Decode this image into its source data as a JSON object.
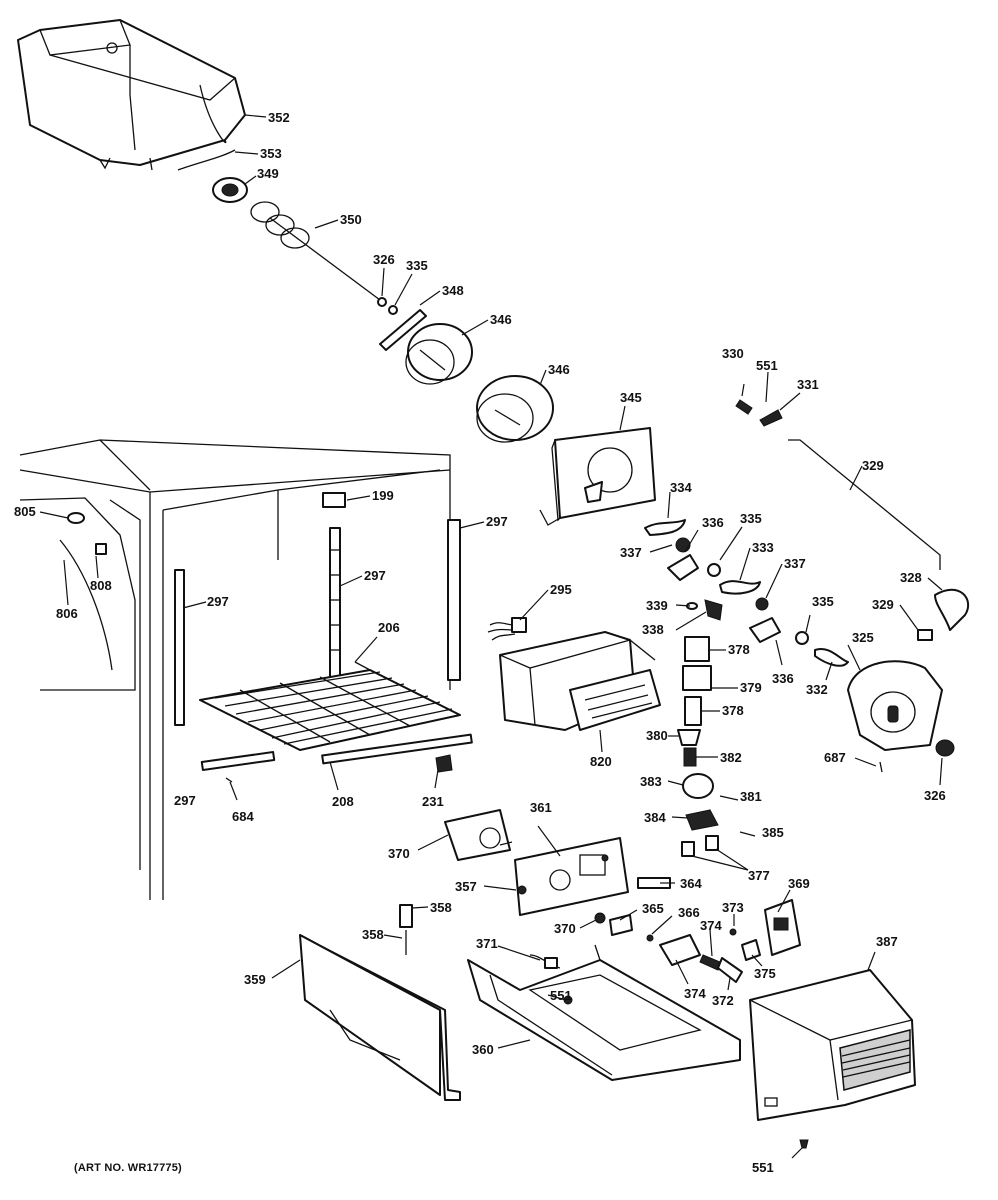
{
  "diagram": {
    "caption": "(ART NO. WR17775)",
    "callouts": [
      {
        "id": "c352",
        "text": "352"
      },
      {
        "id": "c353",
        "text": "353"
      },
      {
        "id": "c349",
        "text": "349"
      },
      {
        "id": "c350",
        "text": "350"
      },
      {
        "id": "c326a",
        "text": "326"
      },
      {
        "id": "c335a",
        "text": "335"
      },
      {
        "id": "c348",
        "text": "348"
      },
      {
        "id": "c346a",
        "text": "346"
      },
      {
        "id": "c346b",
        "text": "346"
      },
      {
        "id": "c330",
        "text": "330"
      },
      {
        "id": "c551a",
        "text": "551"
      },
      {
        "id": "c331",
        "text": "331"
      },
      {
        "id": "c345",
        "text": "345"
      },
      {
        "id": "c329a",
        "text": "329"
      },
      {
        "id": "c334",
        "text": "334"
      },
      {
        "id": "c336a",
        "text": "336"
      },
      {
        "id": "c335b",
        "text": "335"
      },
      {
        "id": "c337a",
        "text": "337"
      },
      {
        "id": "c333",
        "text": "333"
      },
      {
        "id": "c337b",
        "text": "337"
      },
      {
        "id": "c328",
        "text": "328"
      },
      {
        "id": "c329b",
        "text": "329"
      },
      {
        "id": "c805",
        "text": "805"
      },
      {
        "id": "c199",
        "text": "199"
      },
      {
        "id": "c297a",
        "text": "297"
      },
      {
        "id": "c297b",
        "text": "297"
      },
      {
        "id": "c297c",
        "text": "297"
      },
      {
        "id": "c297d",
        "text": "297"
      },
      {
        "id": "c808",
        "text": "808"
      },
      {
        "id": "c806",
        "text": "806"
      },
      {
        "id": "c295",
        "text": "295"
      },
      {
        "id": "c339",
        "text": "339"
      },
      {
        "id": "c338",
        "text": "338"
      },
      {
        "id": "c335c",
        "text": "335"
      },
      {
        "id": "c325",
        "text": "325"
      },
      {
        "id": "c206",
        "text": "206"
      },
      {
        "id": "c378a",
        "text": "378"
      },
      {
        "id": "c379",
        "text": "379"
      },
      {
        "id": "c378b",
        "text": "378"
      },
      {
        "id": "c336b",
        "text": "336"
      },
      {
        "id": "c332",
        "text": "332"
      },
      {
        "id": "c380",
        "text": "380"
      },
      {
        "id": "c382",
        "text": "382"
      },
      {
        "id": "c820",
        "text": "820"
      },
      {
        "id": "c687",
        "text": "687"
      },
      {
        "id": "c326b",
        "text": "326"
      },
      {
        "id": "c684",
        "text": "684"
      },
      {
        "id": "c208",
        "text": "208"
      },
      {
        "id": "c231",
        "text": "231"
      },
      {
        "id": "c383",
        "text": "383"
      },
      {
        "id": "c381",
        "text": "381"
      },
      {
        "id": "c361",
        "text": "361"
      },
      {
        "id": "c384",
        "text": "384"
      },
      {
        "id": "c385",
        "text": "385"
      },
      {
        "id": "c370a",
        "text": "370"
      },
      {
        "id": "c377",
        "text": "377"
      },
      {
        "id": "c364",
        "text": "364"
      },
      {
        "id": "c369",
        "text": "369"
      },
      {
        "id": "c357",
        "text": "357"
      },
      {
        "id": "c358a",
        "text": "358"
      },
      {
        "id": "c373",
        "text": "373"
      },
      {
        "id": "c365",
        "text": "365"
      },
      {
        "id": "c366",
        "text": "366"
      },
      {
        "id": "c370b",
        "text": "370"
      },
      {
        "id": "c374a",
        "text": "374"
      },
      {
        "id": "c358b",
        "text": "358"
      },
      {
        "id": "c371",
        "text": "371"
      },
      {
        "id": "c387",
        "text": "387"
      },
      {
        "id": "c359",
        "text": "359"
      },
      {
        "id": "c375",
        "text": "375"
      },
      {
        "id": "c551b",
        "text": "551"
      },
      {
        "id": "c374b",
        "text": "374"
      },
      {
        "id": "c372",
        "text": "372"
      },
      {
        "id": "c360",
        "text": "360"
      },
      {
        "id": "c551c",
        "text": "551"
      }
    ]
  }
}
